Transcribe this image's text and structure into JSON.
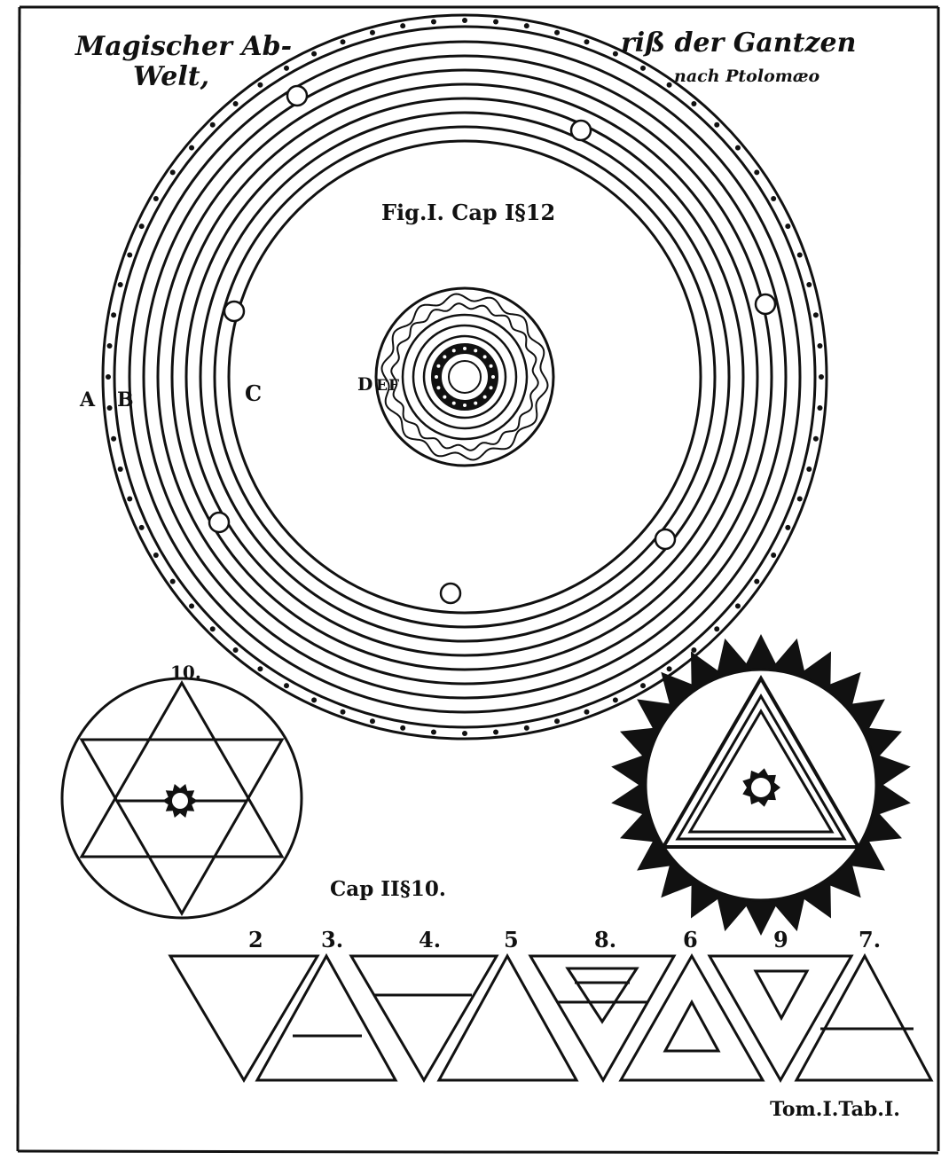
{
  "title": {
    "left_line1": "Magischer Ab-",
    "left_line2": "Welt,",
    "right_line1": "riß der Gantzen",
    "right_line2": "nach Ptolomæo"
  },
  "figure_label": "Fig.I. Cap I§12",
  "letters": {
    "a": "A",
    "b": "B",
    "c": "C",
    "d": "D",
    "e": "E",
    "f": "F"
  },
  "star_label": "10.",
  "cap_label": "Cap II§10.",
  "triangle_labels": [
    "2",
    "3.",
    "4.",
    "5",
    "8.",
    "6",
    "9",
    "7."
  ],
  "plate_reference": "Tom.I.Tab.I.",
  "colors": {
    "ink": "#111111",
    "paper": "#ffffff"
  }
}
